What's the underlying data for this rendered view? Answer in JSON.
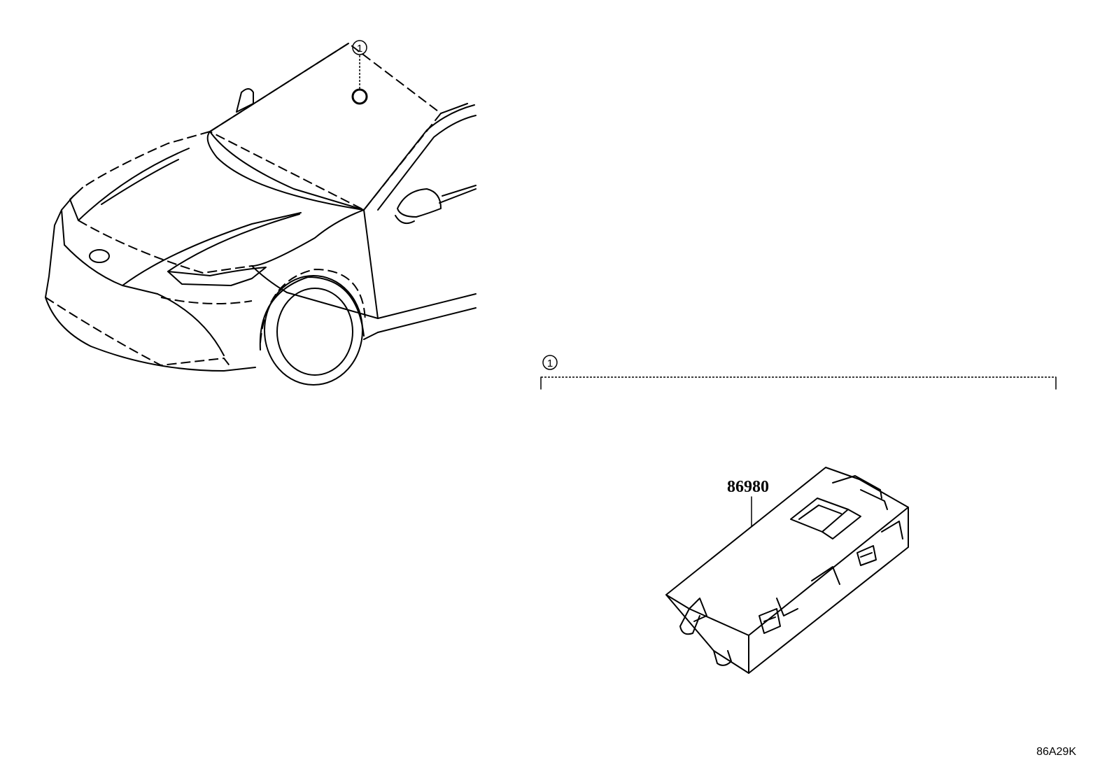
{
  "callouts": {
    "car_marker": "1",
    "group_marker": "1"
  },
  "parts": {
    "module_part_number": "86980"
  },
  "figure": {
    "reference_code": "86A29K"
  }
}
